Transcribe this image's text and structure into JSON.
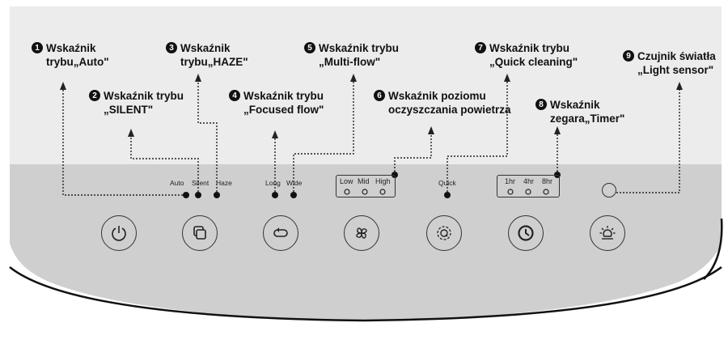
{
  "callouts": [
    {
      "num": "1",
      "text": "Wskaźnik\ntrybu„Auto\""
    },
    {
      "num": "2",
      "text": "Wskaźnik trybu\n„SILENT\""
    },
    {
      "num": "3",
      "text": "Wskaźnik\ntrybu„HAZE\""
    },
    {
      "num": "4",
      "text": "Wskaźnik trybu\n„Focused flow\""
    },
    {
      "num": "5",
      "text": "Wskaźnik trybu\n„Multi-flow\""
    },
    {
      "num": "6",
      "text": "Wskaźnik poziomu\noczyszczania powietrza"
    },
    {
      "num": "7",
      "text": "Wskaźnik trybu\n„Quick cleaning\""
    },
    {
      "num": "8",
      "text": "Wskaźnik\nzegara„Timer\""
    },
    {
      "num": "9",
      "text": "Czujnik światła\n„Light sensor\""
    }
  ],
  "panel_labels": {
    "auto": "Auto",
    "silent": "Silent",
    "haze": "Haze",
    "long": "Long",
    "wide": "Wide",
    "low": "Low",
    "mid": "Mid",
    "high": "High",
    "quick": "Quick",
    "t1": "1hr",
    "t4": "4hr",
    "t8": "8hr"
  },
  "buttons": [
    "power-icon",
    "mode-icon",
    "swing-icon",
    "fan-icon",
    "quick-clean-icon",
    "timer-icon",
    "light-icon"
  ],
  "colors": {
    "panel": "#cfcfcf",
    "outer": "#ececec",
    "line": "#222222"
  }
}
